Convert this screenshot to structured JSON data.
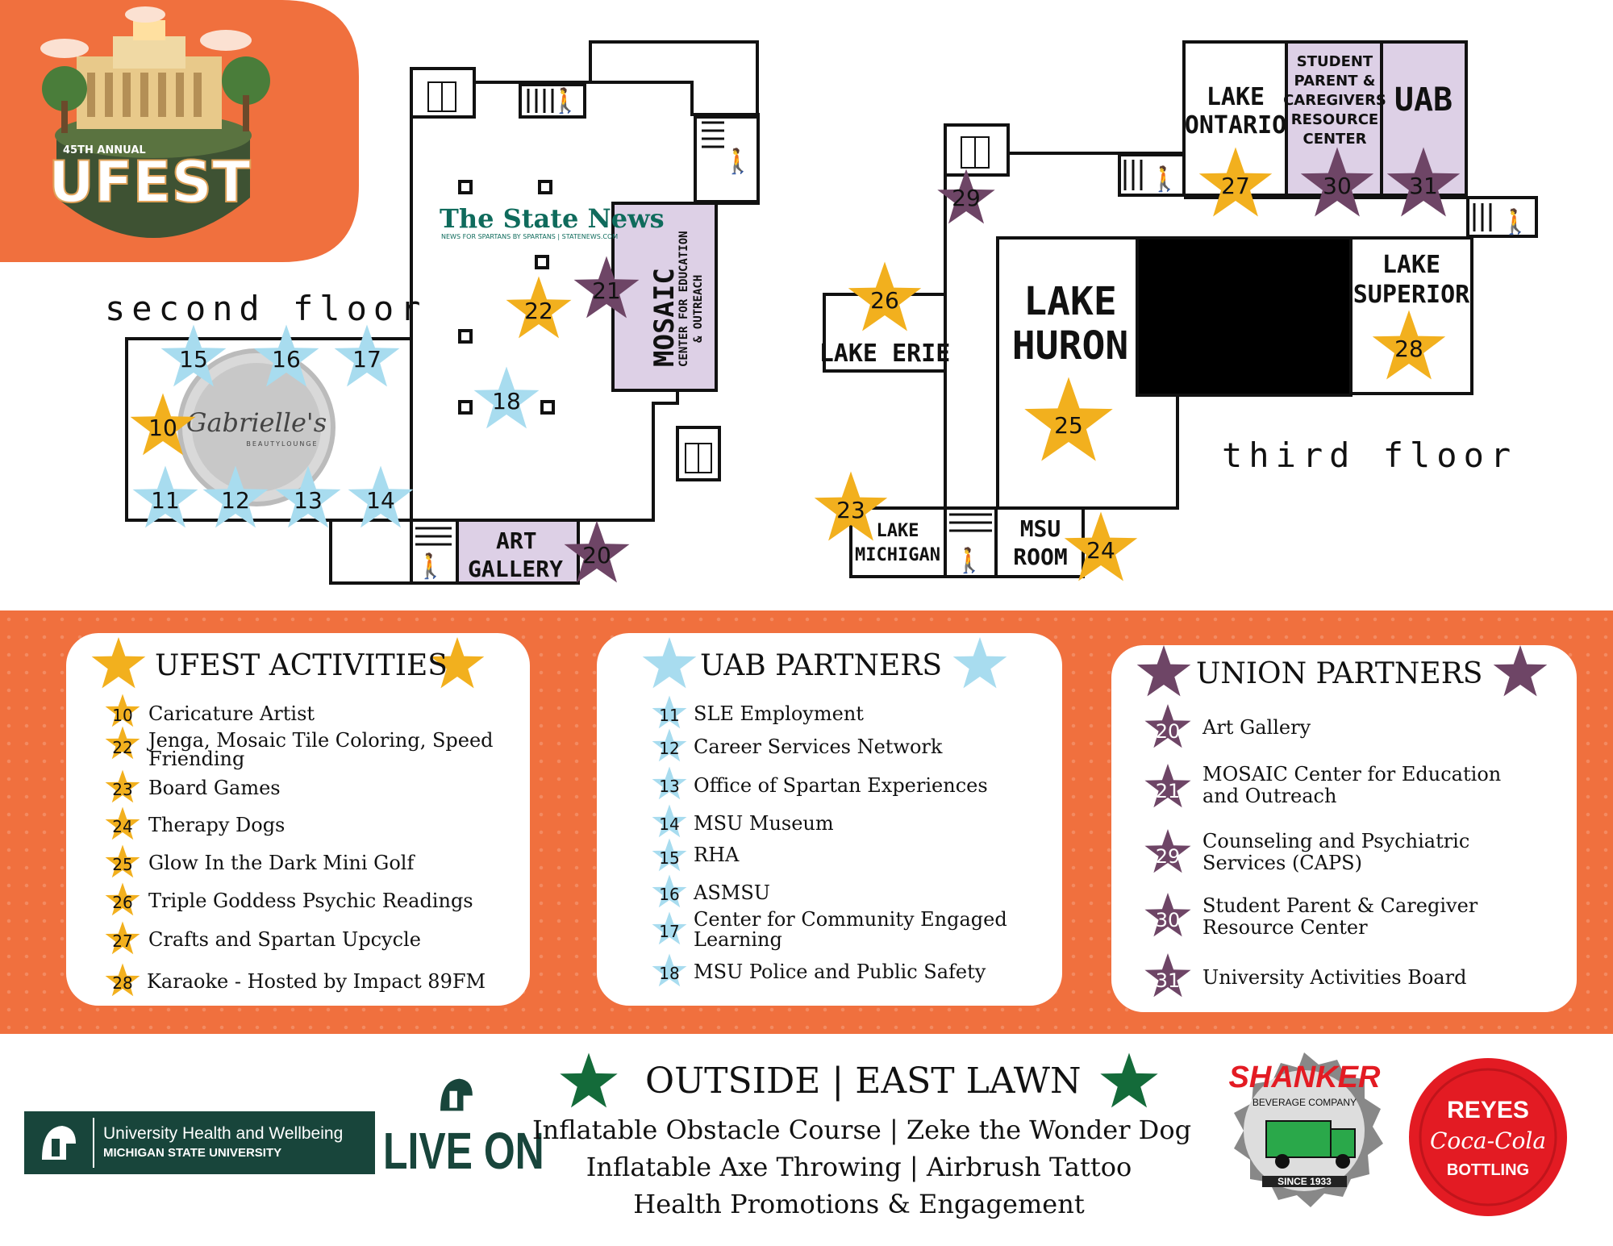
{
  "event": {
    "annual_label": "45TH ANNUAL",
    "name": "UFEST"
  },
  "colors": {
    "orange": "#f0703e",
    "gold_star": "#f2b01e",
    "blue_star": "#a8dcef",
    "purple_star": "#6e4566",
    "green_star": "#146b3a",
    "room_lavender": "#ddd0e6",
    "msu_green": "#18453b"
  },
  "second_floor": {
    "label": "second floor",
    "sponsor_state_news": "The State News",
    "sponsor_state_news_tagline": "NEWS FOR SPARTANS BY SPARTANS | STATENEWS.COM",
    "mosaic_title": "MOSAIC",
    "mosaic_sub1": "CENTER FOR EDUCATION",
    "mosaic_sub2": "& OUTREACH",
    "art_gallery_line1": "ART",
    "art_gallery_line2": "GALLERY",
    "gabrielles_logo": "Gabrielle's",
    "gabrielles_logo_sub": "BEAUTYLOUNGE"
  },
  "third_floor": {
    "label": "third floor",
    "lake_ontario_1": "LAKE",
    "lake_ontario_2": "ONTARIO",
    "spcrc_1": "STUDENT",
    "spcrc_2": "PARENT &",
    "spcrc_3": "CAREGIVERS",
    "spcrc_4": "RESOURCE",
    "spcrc_5": "CENTER",
    "uab": "UAB",
    "lake_superior_1": "LAKE",
    "lake_superior_2": "SUPERIOR",
    "lake_huron_1": "LAKE",
    "lake_huron_2": "HURON",
    "lake_erie": "LAKE ERIE",
    "lake_michigan_1": "LAKE",
    "lake_michigan_2": "MICHIGAN",
    "msu_room_1": "MSU",
    "msu_room_2": "ROOM"
  },
  "map_stars": {
    "s15": "15",
    "s16": "16",
    "s17": "17",
    "s10": "10",
    "s11": "11",
    "s12": "12",
    "s13": "13",
    "s14": "14",
    "s18": "18",
    "s20": "20",
    "s21": "21",
    "s22": "22",
    "s23": "23",
    "s24": "24",
    "s25": "25",
    "s26": "26",
    "s27": "27",
    "s28": "28",
    "s29": "29",
    "s30": "30",
    "s31": "31"
  },
  "ufest_activities": {
    "title": "UFEST ACTIVITIES",
    "items": [
      {
        "num": "10",
        "text": "Caricature Artist"
      },
      {
        "num": "22",
        "text": "Jenga, Mosaic Tile Coloring, Speed Friending"
      },
      {
        "num": "23",
        "text": "Board Games"
      },
      {
        "num": "24",
        "text": "Therapy Dogs"
      },
      {
        "num": "25",
        "text": "Glow In the Dark Mini Golf"
      },
      {
        "num": "26",
        "text": "Triple Goddess Psychic Readings"
      },
      {
        "num": "27",
        "text": "Crafts and Spartan Upcycle"
      },
      {
        "num": "28",
        "text": "Karaoke - Hosted by Impact 89FM"
      }
    ]
  },
  "uab_partners": {
    "title": "UAB PARTNERS",
    "items": [
      {
        "num": "11",
        "text": "SLE Employment"
      },
      {
        "num": "12",
        "text": "Career Services Network"
      },
      {
        "num": "13",
        "text": "Office of Spartan Experiences"
      },
      {
        "num": "14",
        "text": "MSU Museum"
      },
      {
        "num": "15",
        "text": "RHA"
      },
      {
        "num": "16",
        "text": "ASMSU"
      },
      {
        "num": "17",
        "text": "Center for Community Engaged Learning"
      },
      {
        "num": "18",
        "text": "MSU Police and Public Safety"
      }
    ]
  },
  "union_partners": {
    "title": "UNION PARTNERS",
    "items": [
      {
        "num": "20",
        "text": "Art Gallery"
      },
      {
        "num": "21",
        "text": "MOSAIC Center for Education and Outreach"
      },
      {
        "num": "29",
        "text": "Counseling and Psychiatric Services (CAPS)"
      },
      {
        "num": "30",
        "text": "Student Parent & Caregiver Resource Center"
      },
      {
        "num": "31",
        "text": "University Activities Board"
      }
    ]
  },
  "outside": {
    "title": "OUTSIDE | EAST LAWN",
    "line1": "Inflatable Obstacle Course | Zeke the Wonder Dog",
    "line2": "Inflatable Axe Throwing | Airbrush Tattoo",
    "line3": "Health Promotions & Engagement"
  },
  "sponsors": {
    "uhw_line1": "University Health and Wellbeing",
    "uhw_line2": "MICHIGAN STATE UNIVERSITY",
    "live_on": "LIVE ON",
    "shanker": "SHANKER",
    "shanker_sub": "BEVERAGE COMPANY",
    "shanker_since": "SINCE 1933",
    "reyes": "REYES",
    "coca_cola": "Coca-Cola",
    "bottling": "BOTTLING"
  }
}
